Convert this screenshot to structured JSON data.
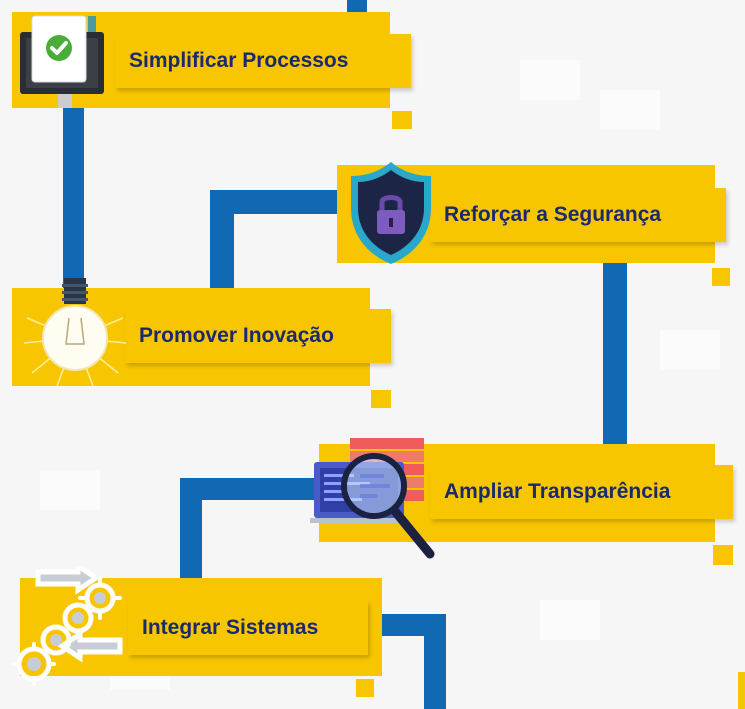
{
  "steps": [
    {
      "label": "Simplificar Processos",
      "icon": "computer-checklist-icon"
    },
    {
      "label": "Reforçar a Segurança",
      "icon": "security-shield-lock-icon"
    },
    {
      "label": "Promover Inovação",
      "icon": "light-bulb-icon"
    },
    {
      "label": "Ampliar Transparência",
      "icon": "magnifier-data-icon"
    },
    {
      "label": "Integrar Sistemas",
      "icon": "gears-arrows-icon"
    }
  ],
  "colors": {
    "accent_yellow": "#f7c600",
    "connector_blue": "#1168b3",
    "text_navy": "#1a2a6c",
    "background": "#f6f6f7"
  }
}
